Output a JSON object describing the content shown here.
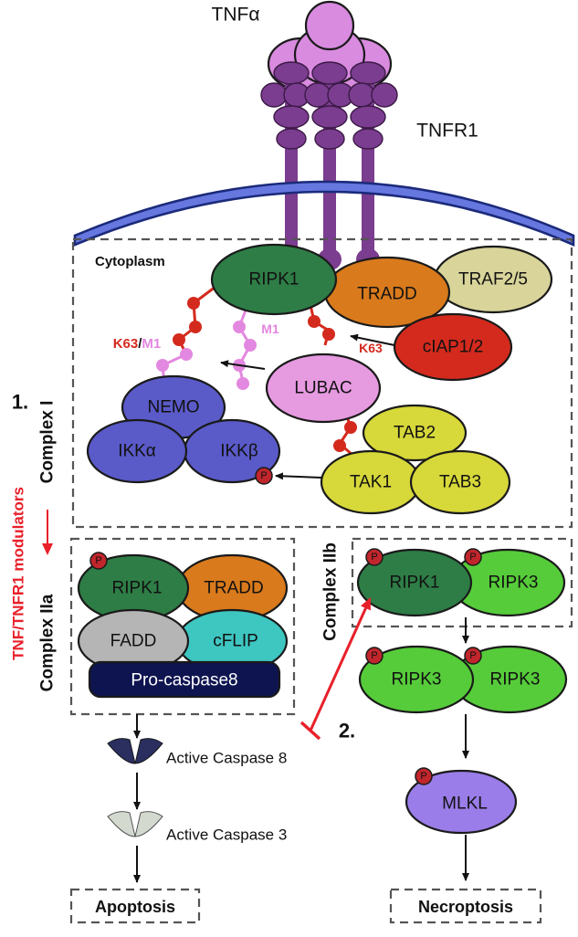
{
  "ligand": {
    "tnf": "TNFα",
    "receptor": "TNFR1"
  },
  "compartment": {
    "cytoplasm": "Cytoplasm"
  },
  "complex1": {
    "title": "Complex I",
    "ripk1": "RIPK1",
    "tradd": "TRADD",
    "traf": "TRAF2/5",
    "ciap": "cIAP1/2",
    "lubac": "LUBAC",
    "nemo": "NEMO",
    "ikka": "IKKα",
    "ikkb": "IKKβ",
    "tab2": "TAB2",
    "tak1": "TAK1",
    "tab3": "TAB3"
  },
  "ubiquitin": {
    "k63": "K63",
    "slash": "/",
    "m1": "M1",
    "k63_label": "K63",
    "m1_label": "M1"
  },
  "phospho": "P",
  "steps": {
    "step1": "1.",
    "modulators": "TNF/TNFR1 modulators",
    "step2": "2."
  },
  "complex2a": {
    "title": "Complex IIa",
    "ripk1": "RIPK1",
    "tradd": "TRADD",
    "fadd": "FADD",
    "cflip": "cFLIP",
    "procaspase": "Pro-caspase8"
  },
  "complex2b": {
    "title": "Complex IIb",
    "ripk1": "RIPK1",
    "ripk3": "RIPK3"
  },
  "necroptosis_path": {
    "ripk3_a": "RIPK3",
    "ripk3_b": "RIPK3",
    "mlkl": "MLKL",
    "outcome": "Necroptosis"
  },
  "apoptosis_path": {
    "casp8": "Active Caspase 8",
    "casp3": "Active Caspase 3",
    "outcome": "Apoptosis"
  },
  "colors": {
    "tnf": "#d98be0",
    "receptor": "#7b3d8f",
    "membrane": "#6677e0",
    "membrane_edge": "#1b2a7a",
    "ripk1": "#2e7d46",
    "tradd": "#d97a1c",
    "traf": "#d9d49a",
    "ciap": "#d42a1e",
    "lubac": "#e69ae0",
    "ikk": "#5a5ac9",
    "tak": "#d7d83a",
    "fadd": "#b5b5b5",
    "cflip": "#3ec6c1",
    "procaspase": "#0e1450",
    "ripk3": "#56cc3a",
    "mlkl": "#9a7de8",
    "ub_red": "#d42a1e",
    "ub_pink": "#e388e0",
    "phospho": "#c0262c",
    "inhibit": "#e8202a",
    "casp8": "#2a2f60",
    "casp3": "#d3d9cf"
  }
}
